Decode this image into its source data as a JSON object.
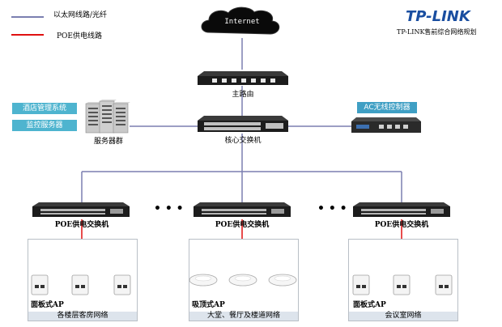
{
  "legend": {
    "ethernet_label": "以太网线路/光纤",
    "poe_label": "POE供电线路",
    "ethernet_color": "#7b7fb0",
    "poe_color": "#e01010"
  },
  "brand": {
    "logo": "TP-LINK",
    "subtitle": "TP-LINK售前综合网络规划",
    "color": "#1a4ea0"
  },
  "cloud": {
    "label": "Internet"
  },
  "main_router": {
    "label": "主路由"
  },
  "core_switch": {
    "label": "核心交换机"
  },
  "servers": {
    "label": "服务器群",
    "tags": [
      "酒店管理系统",
      "监控服务器"
    ]
  },
  "ac": {
    "label": "AC无线控制器"
  },
  "poe_switches": [
    "POE供电交换机",
    "POE供电交换机",
    "POE供电交换机"
  ],
  "ellipsis": "• • •",
  "zones": [
    {
      "ap_label": "面板式AP",
      "zone_label": "各楼层客房网络"
    },
    {
      "ap_label": "吸顶式AP",
      "zone_label": "大堂、餐厅及楼道网络"
    },
    {
      "ap_label": "面板式AP",
      "zone_label": "会议室网络"
    }
  ]
}
